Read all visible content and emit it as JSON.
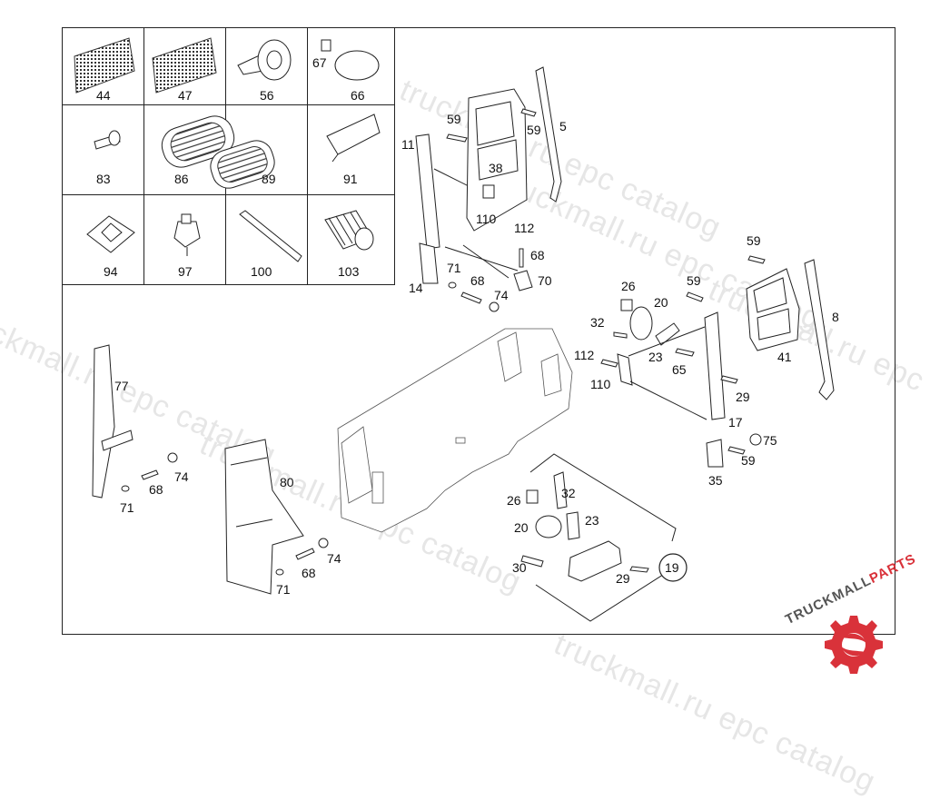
{
  "watermark": {
    "text": "truckmall.ru epc catalog",
    "repeats": [
      "truckmall.ru epc catalog",
      "truckmall.ru epc catalog",
      "truckmall.ru epc catalog",
      "truckmall.ru epc catalog",
      "truckmall.ru epc catalog",
      "truckmall.ru epc catalog"
    ]
  },
  "brand": {
    "name_part1": "TRUCKMALL",
    "name_part2": "PARTS",
    "color_primary": "#d9323a",
    "color_secondary": "#555555"
  },
  "legend_items": [
    "44",
    "47",
    "56",
    "67",
    "66",
    "83",
    "86",
    "89",
    "91",
    "94",
    "97",
    "100",
    "103"
  ],
  "callouts": {
    "c59a": "59",
    "c59b": "59",
    "c5": "5",
    "c11": "11",
    "c38": "38",
    "c110a": "110",
    "c112a": "112",
    "c68a": "68",
    "c71a": "71",
    "c68b": "68",
    "c74a": "74",
    "c70": "70",
    "c14": "14",
    "c59c": "59",
    "c8": "8",
    "c59d": "59",
    "c41": "41",
    "c26a": "26",
    "c20a": "20",
    "c32a": "32",
    "c112b": "112",
    "c23a": "23",
    "c65": "65",
    "c110b": "110",
    "c29a": "29",
    "c17": "17",
    "c75": "75",
    "c59e": "59",
    "c35": "35",
    "c77": "77",
    "c74b": "74",
    "c68c": "68",
    "c71b": "71",
    "c80": "80",
    "c74c": "74",
    "c68d": "68",
    "c71c": "71",
    "c26b": "26",
    "c32b": "32",
    "c20b": "20",
    "c23b": "23",
    "c30": "30",
    "c29b": "29",
    "c19": "19"
  }
}
